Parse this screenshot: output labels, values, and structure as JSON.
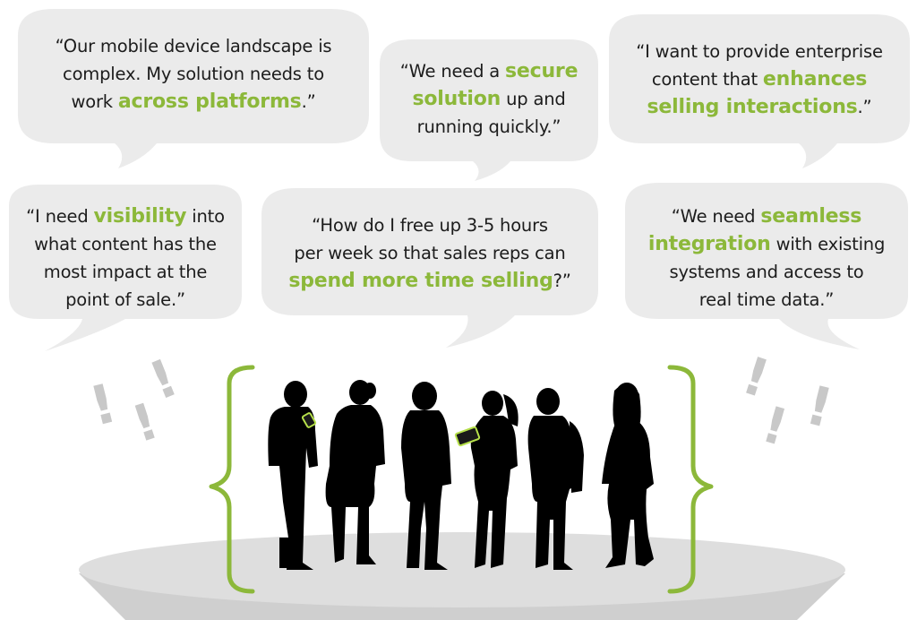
{
  "colors": {
    "bubble": "#ebebeb",
    "highlight": "#8cb83a",
    "text": "#1c1c1c",
    "exclamation": "#c8c8c8",
    "platform_top": "#dedede",
    "platform_side": "#cfcfcf",
    "silhouette": "#000000",
    "tablet_glow": "#b6e04a"
  },
  "quotes": [
    {
      "lines": [
        {
          "parts": [
            {
              "text": "“Our mobile device landscape is"
            }
          ]
        },
        {
          "parts": [
            {
              "text": "complex. My solution needs to"
            }
          ]
        },
        {
          "parts": [
            {
              "text": "work "
            },
            {
              "text": "across platforms",
              "highlight": true
            },
            {
              "text": ".”"
            }
          ]
        }
      ]
    },
    {
      "lines": [
        {
          "parts": [
            {
              "text": "“We need a "
            },
            {
              "text": "secure",
              "highlight": true
            }
          ]
        },
        {
          "parts": [
            {
              "text": "solution",
              "highlight": true
            },
            {
              "text": " up and"
            }
          ]
        },
        {
          "parts": [
            {
              "text": "running quickly.”"
            }
          ]
        }
      ]
    },
    {
      "lines": [
        {
          "parts": [
            {
              "text": "“I want to provide enterprise"
            }
          ]
        },
        {
          "parts": [
            {
              "text": "content that "
            },
            {
              "text": "enhances",
              "highlight": true
            }
          ]
        },
        {
          "parts": [
            {
              "text": "selling interactions",
              "highlight": true
            },
            {
              "text": ".”"
            }
          ]
        }
      ]
    },
    {
      "lines": [
        {
          "parts": [
            {
              "text": "“I need "
            },
            {
              "text": "visibility",
              "highlight": true
            },
            {
              "text": " into"
            }
          ]
        },
        {
          "parts": [
            {
              "text": "what content has the"
            }
          ]
        },
        {
          "parts": [
            {
              "text": "most impact at the"
            }
          ]
        },
        {
          "parts": [
            {
              "text": "point of sale.”"
            }
          ]
        }
      ]
    },
    {
      "lines": [
        {
          "parts": [
            {
              "text": "“How do I free up 3-5 hours"
            }
          ]
        },
        {
          "parts": [
            {
              "text": "per week so that sales reps can"
            }
          ]
        },
        {
          "parts": [
            {
              "text": "spend more time selling",
              "highlight": true
            },
            {
              "text": "?”"
            }
          ]
        }
      ]
    },
    {
      "lines": [
        {
          "parts": [
            {
              "text": "“We need "
            },
            {
              "text": "seamless",
              "highlight": true
            }
          ]
        },
        {
          "parts": [
            {
              "text": "integration",
              "highlight": true
            },
            {
              "text": " with existing"
            }
          ]
        },
        {
          "parts": [
            {
              "text": "systems and access to"
            }
          ]
        },
        {
          "parts": [
            {
              "text": "real time data.”"
            }
          ]
        }
      ]
    }
  ],
  "exclamation_marks": [
    "!",
    "!",
    "!",
    "!",
    "!",
    "!"
  ]
}
